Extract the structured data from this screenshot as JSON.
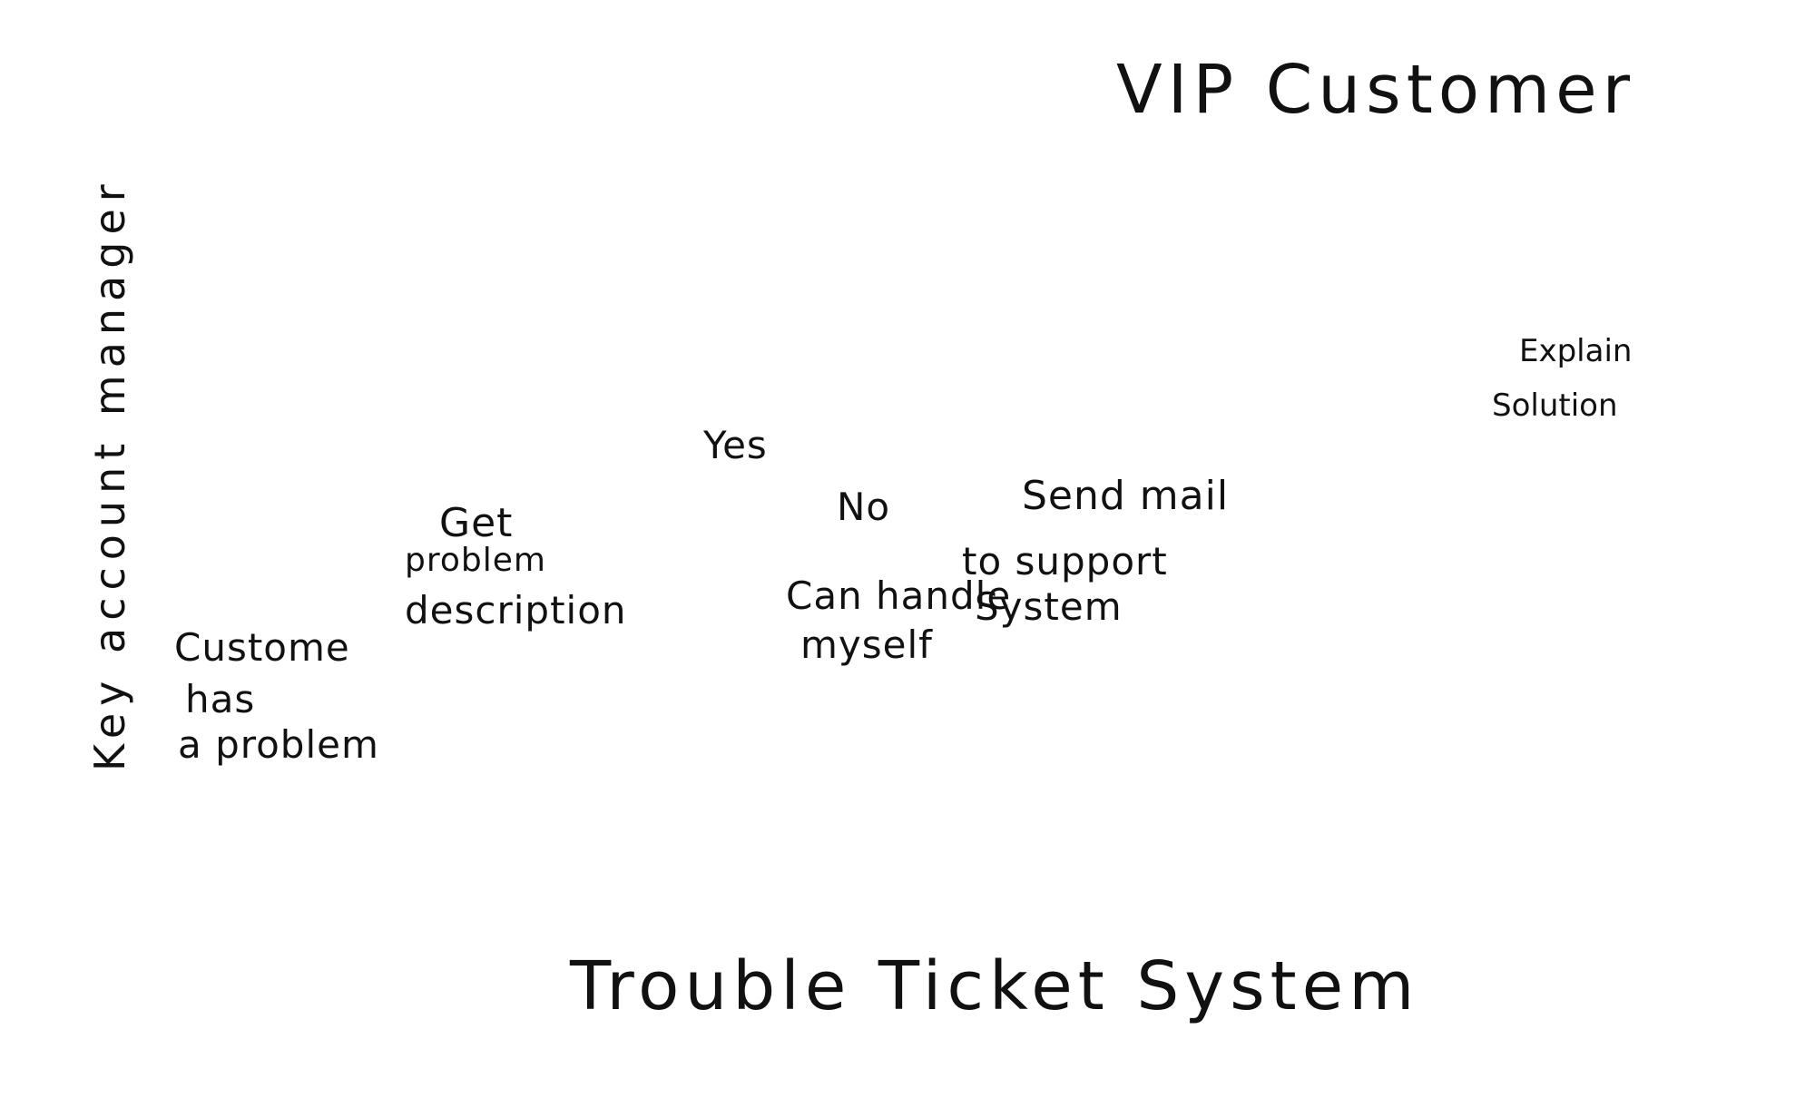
{
  "lanes": {
    "vip_customer": "VIP Customer",
    "key_account_manager": "Key account manager",
    "trouble_ticket_system": "Trouble Ticket System"
  },
  "steps": {
    "customer_problem": [
      "Custome",
      "has",
      "a problem"
    ],
    "get_description": [
      "Get",
      "problem",
      "description"
    ],
    "decision_yes": "Yes",
    "decision_no": "No",
    "can_handle": [
      "Can handle",
      "myself"
    ],
    "send_mail": [
      "Send mail",
      "to support",
      "System"
    ],
    "explain_solution": [
      "Explain",
      "Solution"
    ]
  }
}
